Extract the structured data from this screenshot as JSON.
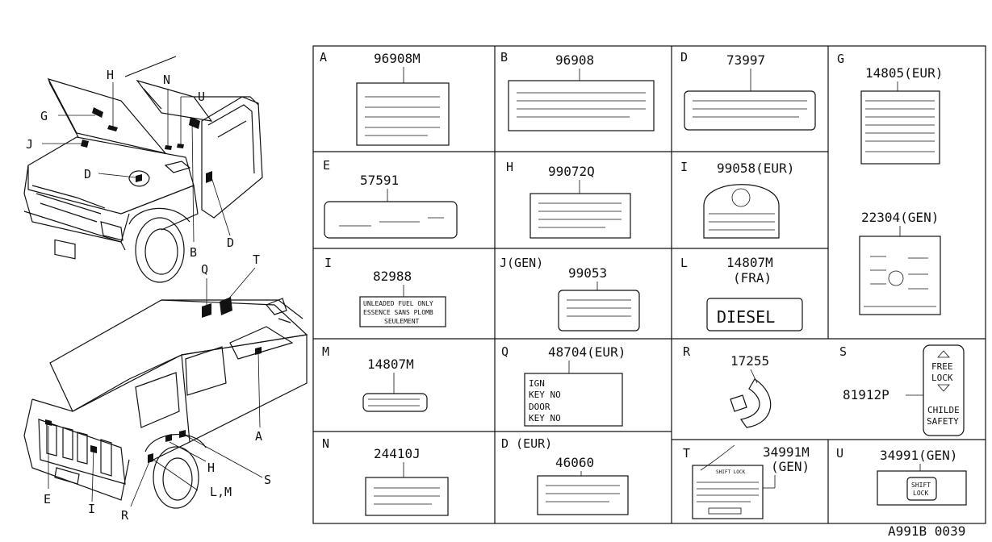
{
  "diagram_id": "A991B 0039",
  "vehicle_callouts": {
    "front": [
      "H",
      "N",
      "U",
      "G",
      "J",
      "D",
      "B",
      "D"
    ],
    "rear": [
      "Q",
      "T",
      "A",
      "E",
      "I",
      "R",
      "H",
      "L,M",
      "S"
    ]
  },
  "cells": [
    {
      "letter": "A",
      "part": "96908M"
    },
    {
      "letter": "B",
      "part": "96908"
    },
    {
      "letter": "D",
      "part": "73997"
    },
    {
      "letter": "G",
      "part": "14805(EUR)"
    },
    {
      "letter": "G",
      "part": "22304(GEN)"
    },
    {
      "letter": "E",
      "part": "57591"
    },
    {
      "letter": "H",
      "part": "99072Q"
    },
    {
      "letter": "I",
      "part": "99058(EUR)"
    },
    {
      "letter": "I",
      "part": "82988"
    },
    {
      "letter": "J(GEN)",
      "part": "99053"
    },
    {
      "letter": "L",
      "part": "14807M",
      "sub": "(FRA)"
    },
    {
      "letter": "M",
      "part": "14807M"
    },
    {
      "letter": "Q",
      "part": "48704(EUR)"
    },
    {
      "letter": "R",
      "part": "17255"
    },
    {
      "letter": "S",
      "part": "81912P"
    },
    {
      "letter": "N",
      "part": "24410J"
    },
    {
      "letter": "D (EUR)",
      "part": "46060"
    },
    {
      "letter": "T",
      "part": "34991M",
      "sub": "(GEN)"
    },
    {
      "letter": "U",
      "part": "34991(GEN)"
    }
  ],
  "label_text": {
    "unleaded": [
      "UNLEADED FUEL ONLY",
      "ESSENCE SANS PLOMB",
      "SEULEMENT"
    ],
    "diesel": "DIESEL",
    "key_warning": [
      "IGN",
      "KEY NO",
      "DOOR",
      "KEY NO"
    ],
    "free_lock": [
      "FREE",
      "LOCK",
      "CHILDE",
      "SAFETY"
    ],
    "shift_lock": [
      "SHIFT",
      "LOCK"
    ],
    "shift_lock_t": "SHIFT LOCK"
  }
}
